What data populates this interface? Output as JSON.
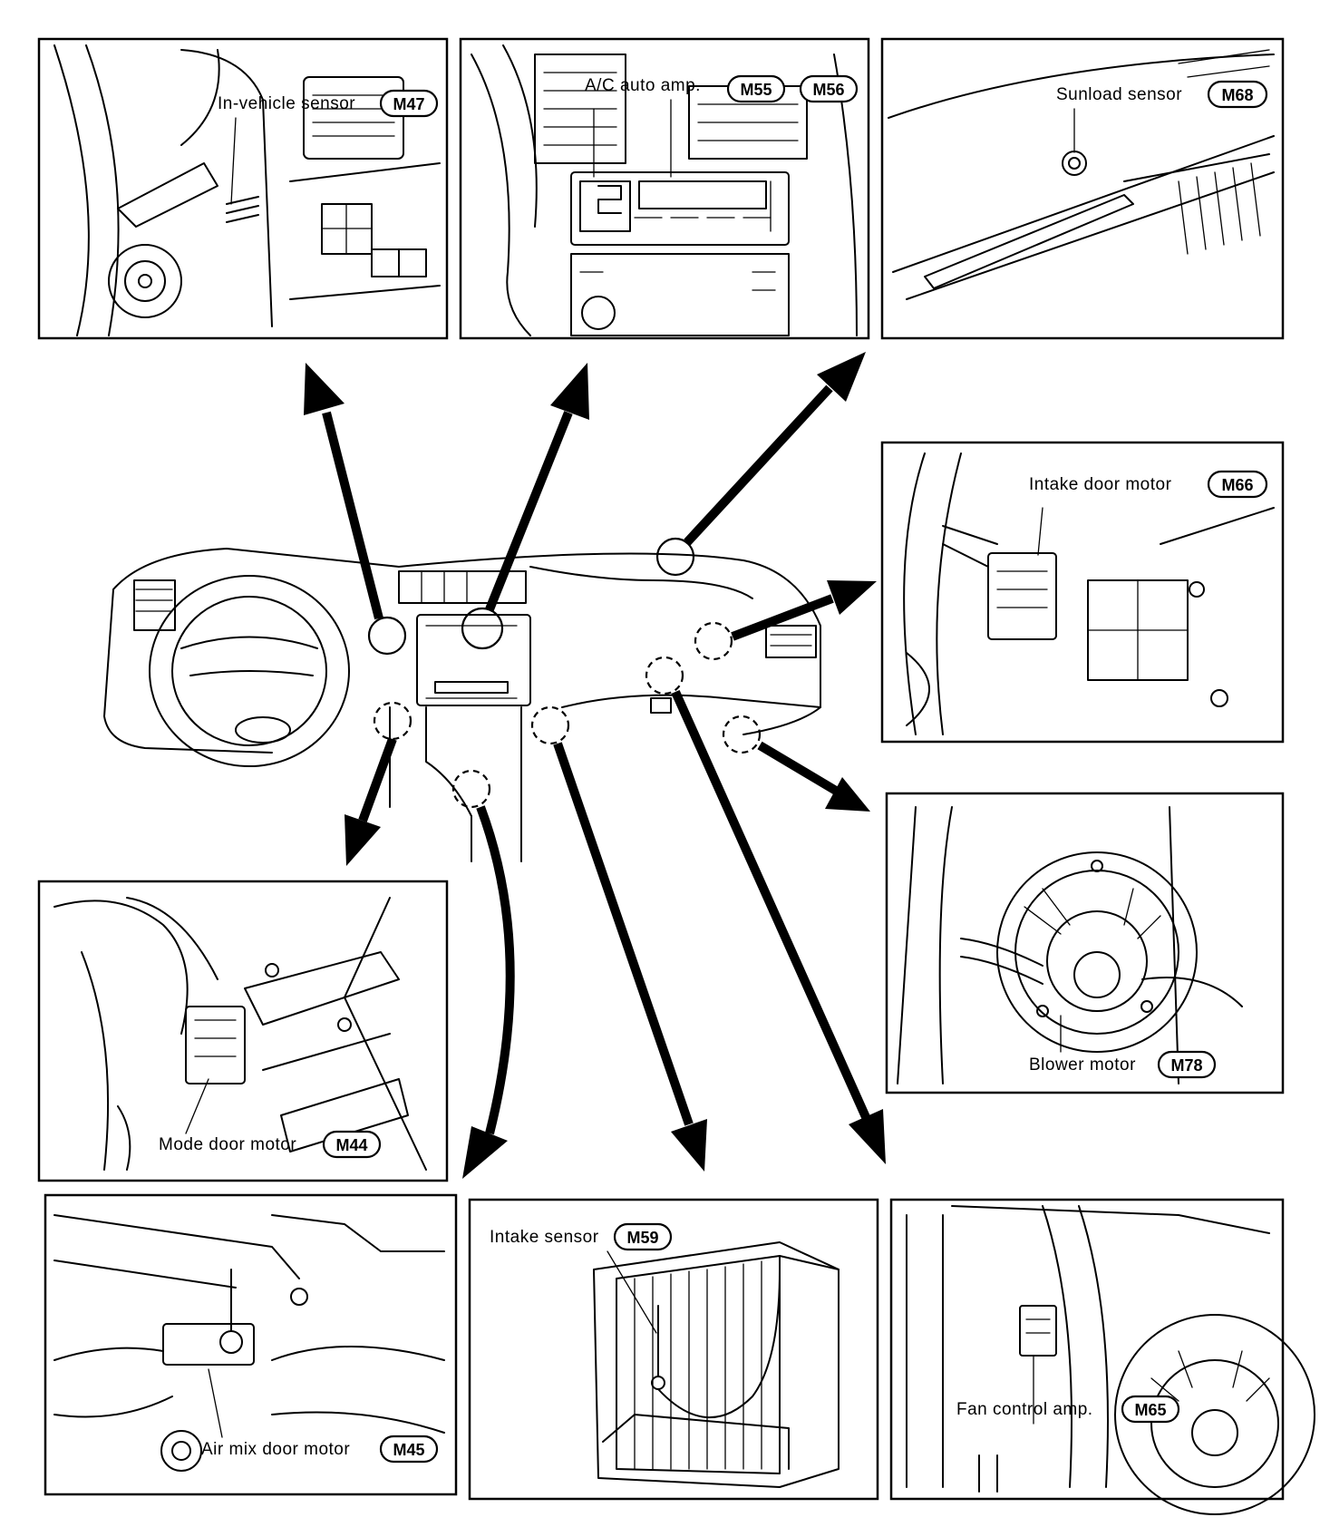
{
  "components": [
    {
      "label": "In-vehicle sensor",
      "code": "M47"
    },
    {
      "label": "A/C auto amp.",
      "code": "M55",
      "code2": "M56"
    },
    {
      "label": "Sunload sensor",
      "code": "M68"
    },
    {
      "label": "Intake door motor",
      "code": "M66"
    },
    {
      "label": "Blower motor",
      "code": "M78"
    },
    {
      "label": "Mode door motor",
      "code": "M44"
    },
    {
      "label": "Air mix door motor",
      "code": "M45"
    },
    {
      "label": "Intake sensor",
      "code": "M59"
    },
    {
      "label": "Fan control amp.",
      "code": "M65"
    }
  ],
  "colors": {
    "line": "#000000",
    "background": "#ffffff"
  }
}
